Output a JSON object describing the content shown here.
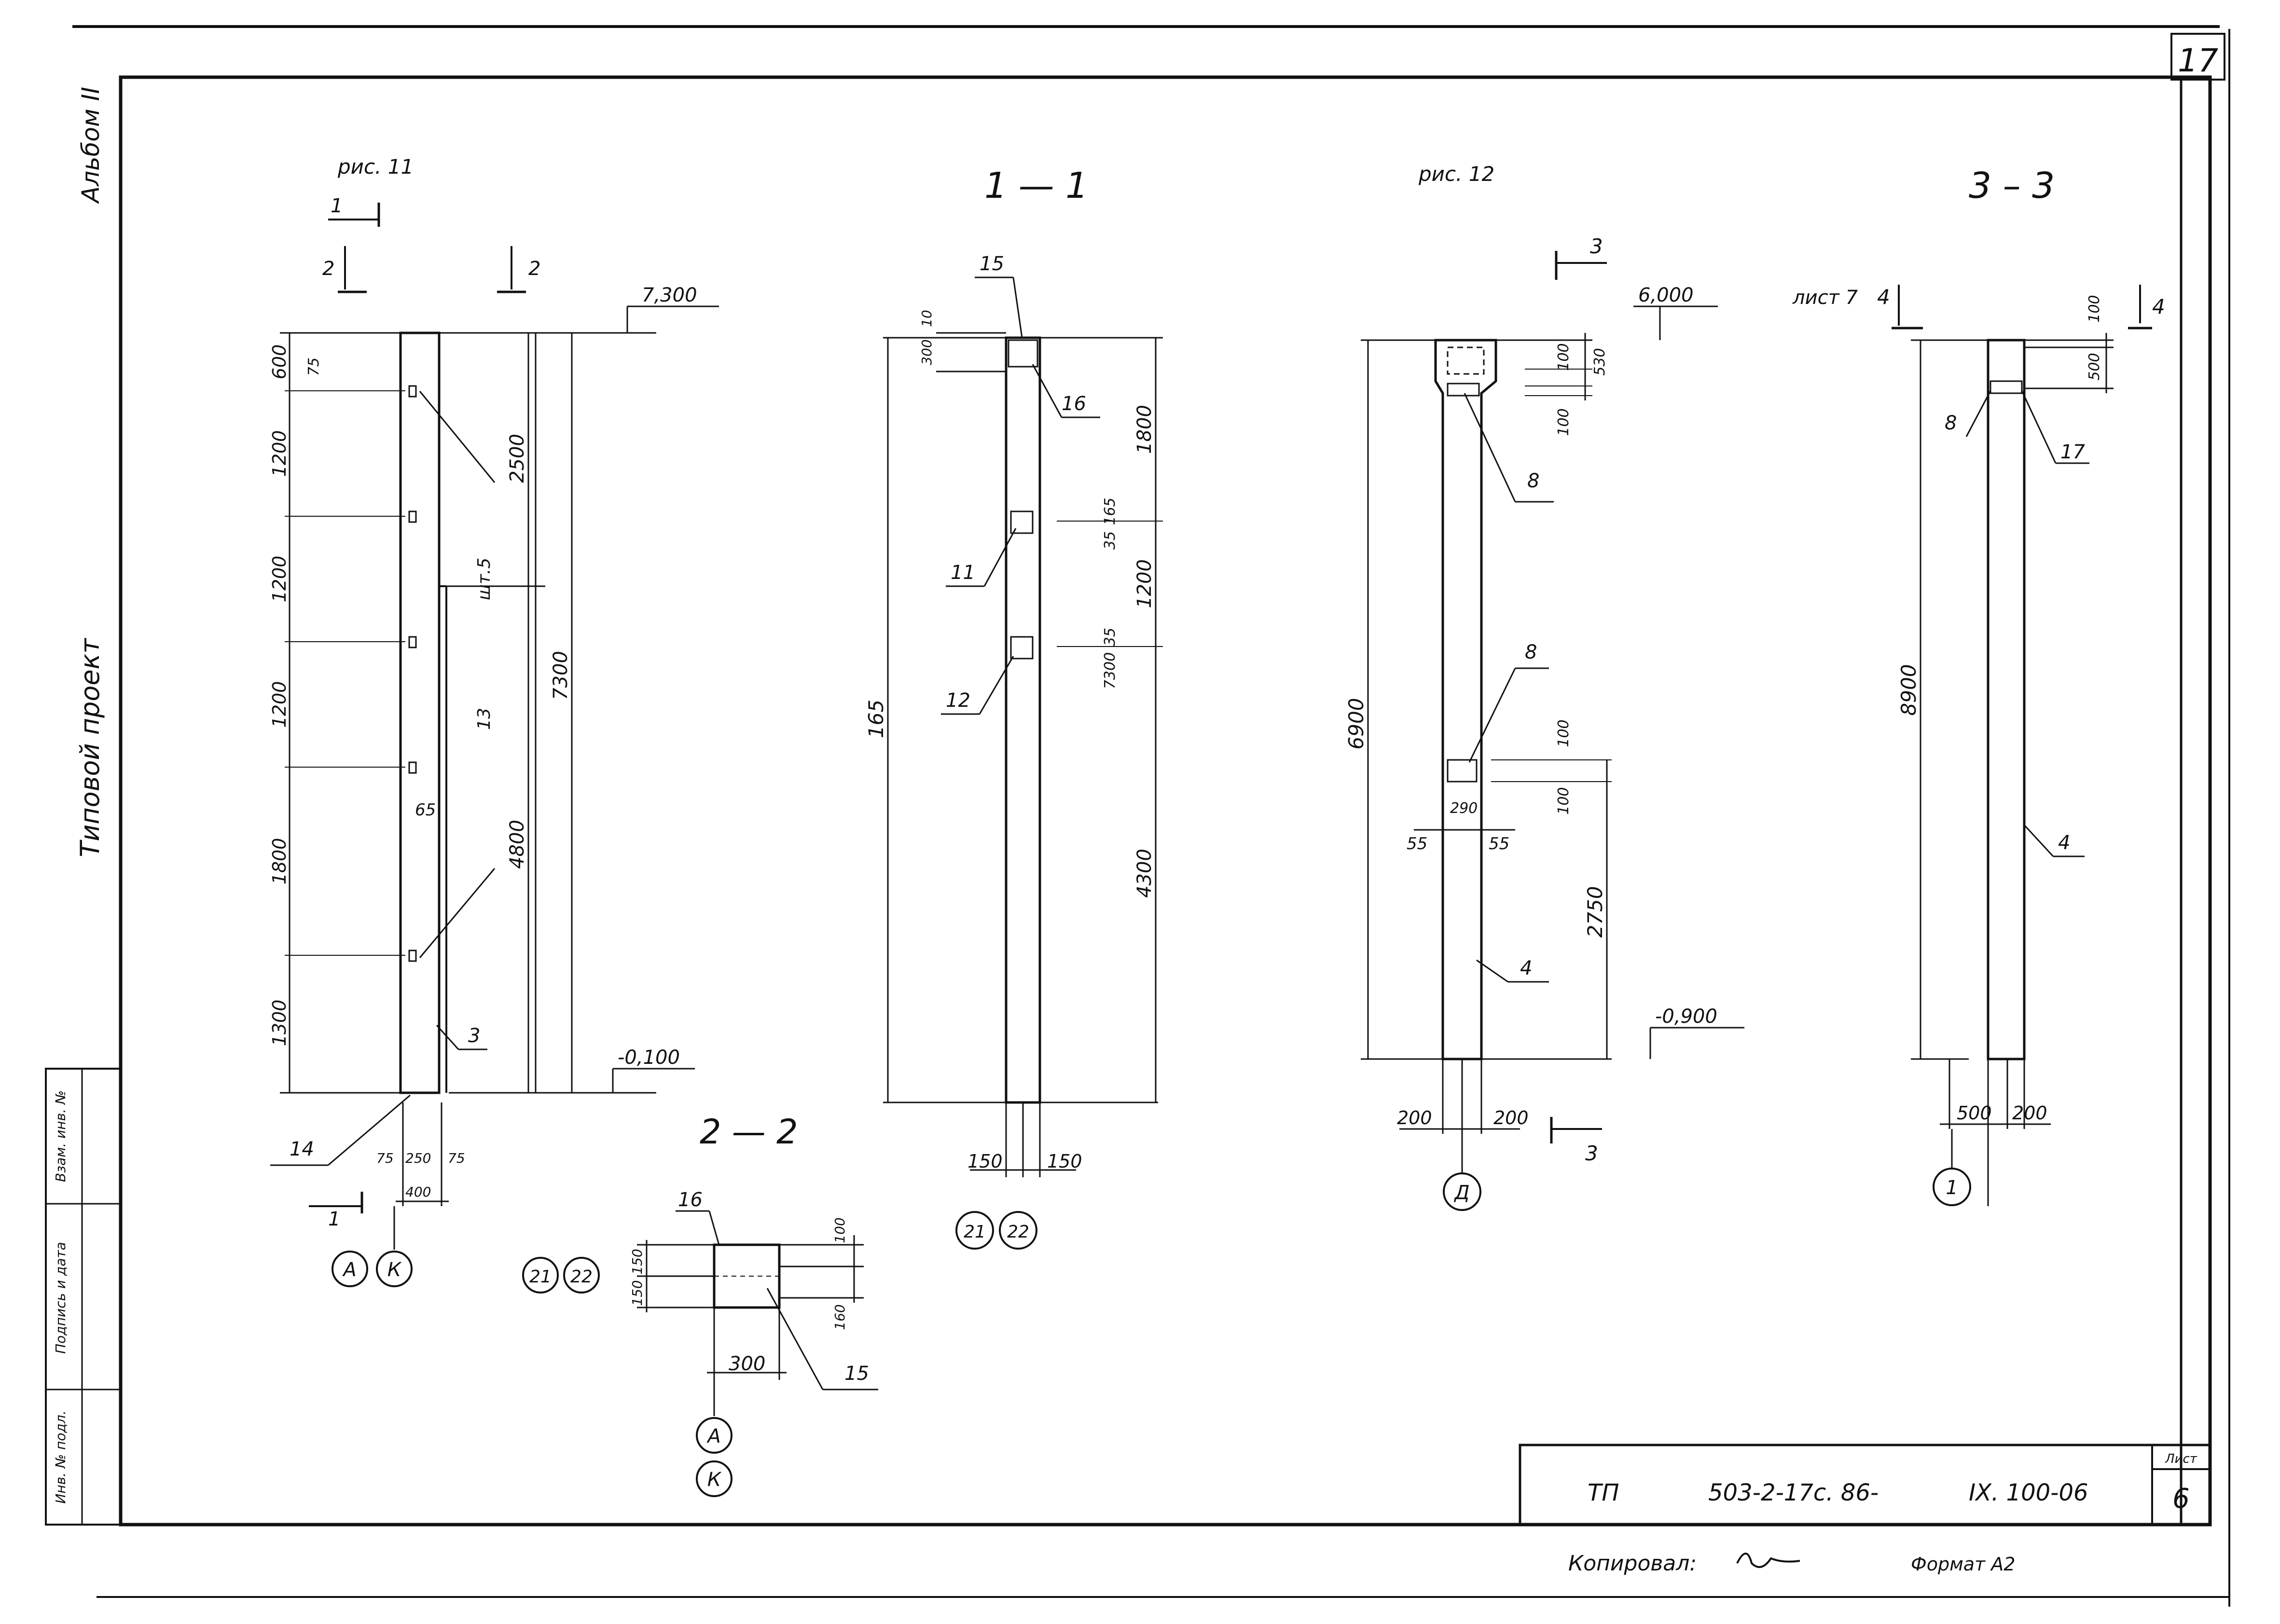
{
  "sheet": {
    "page_number": "17",
    "album": "Альбом II",
    "project_type": "Типовой проект",
    "title_block": {
      "prefix": "ТП",
      "code": "503-2-17с. 86-",
      "section": "IX. 100-06",
      "sheet_label": "Лист",
      "sheet_no": "6"
    },
    "footer": {
      "copied_by": "Копировал:",
      "format": "Формат А2"
    },
    "left_stamp": [
      "Инв. № подл.",
      "Подпись и дата",
      "Взам. инв. №"
    ]
  },
  "figures": {
    "fig11": {
      "title": "рис. 11",
      "cut_marks": [
        "1",
        "2",
        "2",
        "1"
      ],
      "dims": [
        "600",
        "1200",
        "1200",
        "1200",
        "1800",
        "1300",
        "75",
        "65",
        "2500",
        "4800",
        "7300",
        "13",
        "шт.5",
        "75",
        "250",
        "75",
        "400"
      ],
      "elevations": [
        "7,300",
        "-0,100"
      ],
      "callouts": [
        "3",
        "14"
      ],
      "axes": [
        "А",
        "К"
      ]
    },
    "section22": {
      "title": "2 — 2",
      "dims": [
        "150",
        "150",
        "100",
        "160",
        "300"
      ],
      "callouts": [
        "16",
        "15"
      ],
      "axes": [
        "21",
        "22",
        "А",
        "К"
      ]
    },
    "section11": {
      "title": "1 — 1",
      "dims": [
        "10",
        "300",
        "1800",
        "165",
        "35",
        "1200",
        "165",
        "35",
        "7300",
        "4300",
        "150",
        "150"
      ],
      "callouts": [
        "15",
        "16",
        "11",
        "12"
      ],
      "axes": [
        "21",
        "22"
      ]
    },
    "fig12": {
      "title": "рис. 12",
      "cut_marks": [
        "3",
        "3"
      ],
      "dims": [
        "100",
        "530",
        "100",
        "6900",
        "100",
        "290",
        "100",
        "55",
        "55",
        "2750",
        "200",
        "200"
      ],
      "elevations": [
        "6,000",
        "-0,900"
      ],
      "callouts": [
        "8",
        "8",
        "4"
      ],
      "axes": [
        "Д"
      ]
    },
    "section33": {
      "title": "3 – 3",
      "sheet_ref": "лист 7",
      "cut_marks": [
        "4",
        "4"
      ],
      "dims": [
        "100",
        "500",
        "8900",
        "500",
        "200"
      ],
      "callouts": [
        "8",
        "17",
        "4"
      ],
      "axes": [
        "1"
      ]
    }
  }
}
